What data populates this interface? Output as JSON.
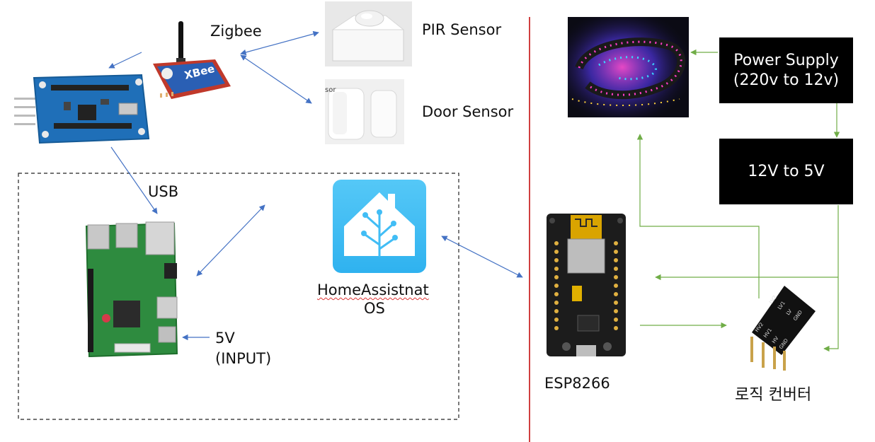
{
  "labels": {
    "zigbee": "Zigbee",
    "pir_sensor": "PIR Sensor",
    "door_sensor": "Door Sensor",
    "usb": "USB",
    "homeassistant_line1": "HomeAssistnat",
    "homeassistant_line2": "OS",
    "five_v": "5V",
    "input": "(INPUT)",
    "esp8266": "ESP8266",
    "logic_converter": "로직 컨버터"
  },
  "boxes": {
    "power_supply_line1": "Power Supply",
    "power_supply_line2": "(220v to 12v)",
    "converter_12v_5v": "12V to 5V"
  },
  "chips": {
    "xbee_text": "XBee",
    "sensor_fragment": "sor",
    "logic_pins_top": [
      "LV2",
      "LV1",
      "LV",
      "GND"
    ],
    "logic_pins_bottom": [
      "HV2",
      "HV1",
      "HV",
      "GND"
    ]
  },
  "colors": {
    "blue_arrow": "#4472c4",
    "green_arrow": "#70ad47",
    "divider": "#c00000",
    "box_fill": "#000000",
    "ha_blue": "#41bdf5"
  }
}
